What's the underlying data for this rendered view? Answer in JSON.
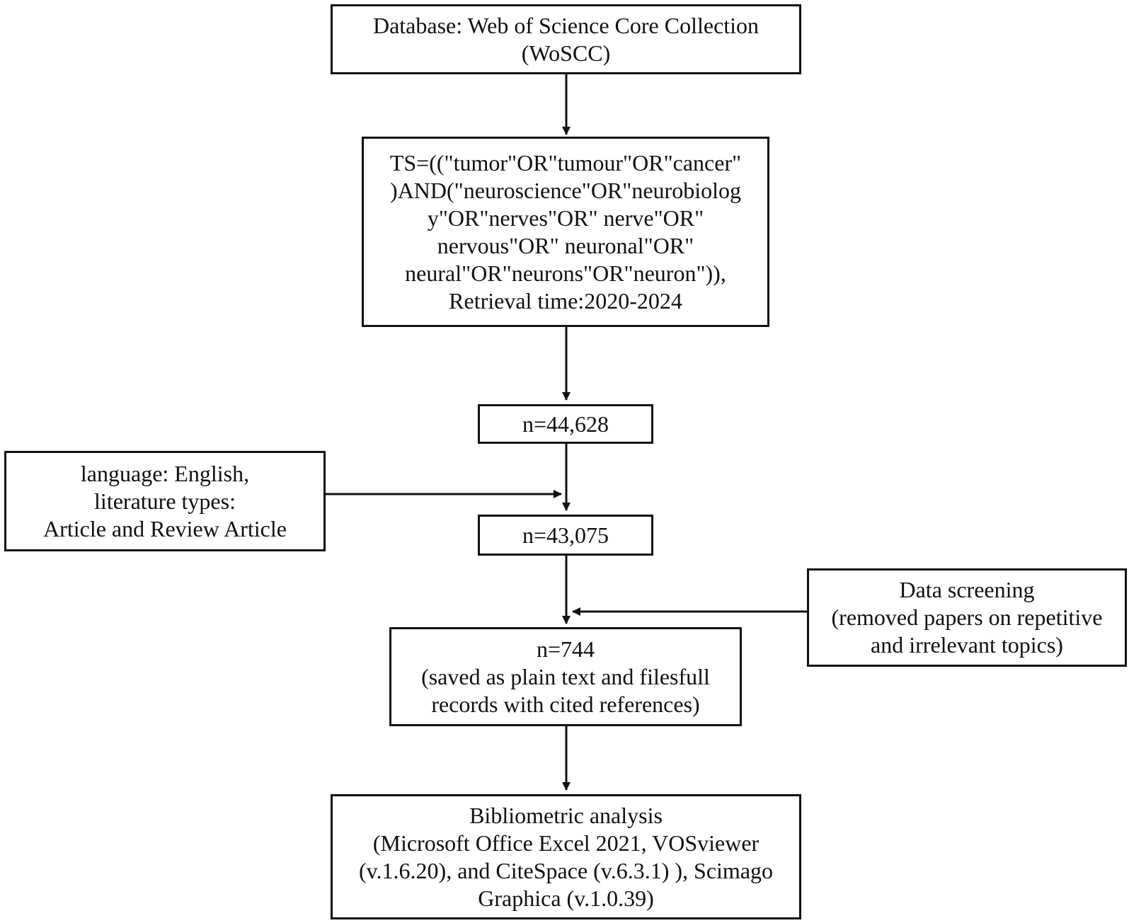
{
  "boxes": {
    "database": {
      "lines": [
        "Database: Web of Science Core Collection",
        "(WoSCC)"
      ]
    },
    "query": {
      "lines": [
        "TS=((\"tumor\"OR\"tumour\"OR\"cancer\"",
        ")AND(\"neuroscience\"OR\"neurobiolog",
        "y\"OR\"nerves\"OR\" nerve\"OR\"",
        "nervous\"OR\" neuronal\"OR\"",
        "neural\"OR\"neurons\"OR\"neuron\")),",
        "Retrieval time:2020-2024"
      ]
    },
    "count1": {
      "lines": [
        "n=44,628"
      ]
    },
    "filter": {
      "lines": [
        "language: English,",
        "literature types:",
        "Article and Review Article"
      ]
    },
    "count2": {
      "lines": [
        "n=43,075"
      ]
    },
    "screening": {
      "lines": [
        "Data screening",
        "(removed papers on repetitive",
        "and irrelevant topics)"
      ]
    },
    "count3": {
      "lines": [
        "n=744",
        "(saved as plain text and filesfull",
        "records with cited references)"
      ]
    },
    "analysis": {
      "lines": [
        "Bibliometric analysis",
        "(Microsoft Office Excel 2021, VOSviewer",
        "(v.1.6.20), and CiteSpace (v.6.3.1) ), Scimago",
        "Graphica (v.1.0.39)"
      ]
    }
  },
  "colors": {
    "stroke": "#111111",
    "background": "#ffffff"
  }
}
